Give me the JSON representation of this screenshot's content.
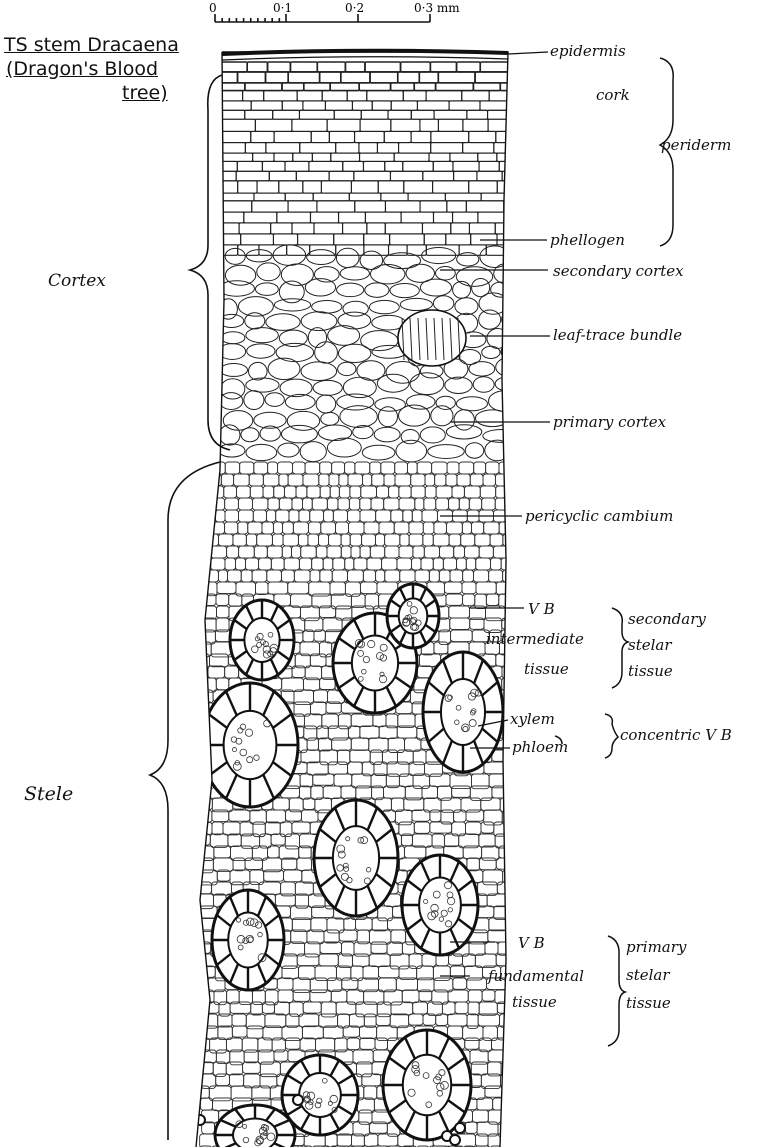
{
  "title": {
    "line1": "TS stem Dracaena",
    "line2": "(Dragon's Blood",
    "line3": "tree)"
  },
  "scale": {
    "ticks": [
      "0",
      "0·1",
      "0·2",
      "0·3 mm"
    ]
  },
  "regions": {
    "cortex": "Cortex",
    "stele": "Stele"
  },
  "labels": {
    "epidermis": "epidermis",
    "cork": "cork",
    "periderm": "periderm",
    "phellogen": "phellogen",
    "secondary_cortex": "secondary cortex",
    "leaf_trace_bundle": "leaf-trace bundle",
    "primary_cortex": "primary cortex",
    "pericyclic_cambium": "pericyclic cambium",
    "vb_secondary": "V B",
    "intermediate_tissue_1": "intermediate",
    "intermediate_tissue_2": "tissue",
    "secondary_stelar_1": "secondary",
    "secondary_stelar_2": "stelar",
    "secondary_stelar_3": "tissue",
    "xylem": "xylem",
    "phloem": "phloem",
    "concentric_vb": "concentric V B",
    "vb_primary": "V B",
    "fundamental_tissue_1": "fundamental",
    "fundamental_tissue_2": "tissue",
    "primary_stelar_1": "primary",
    "primary_stelar_2": "stelar",
    "primary_stelar_3": "tissue"
  }
}
